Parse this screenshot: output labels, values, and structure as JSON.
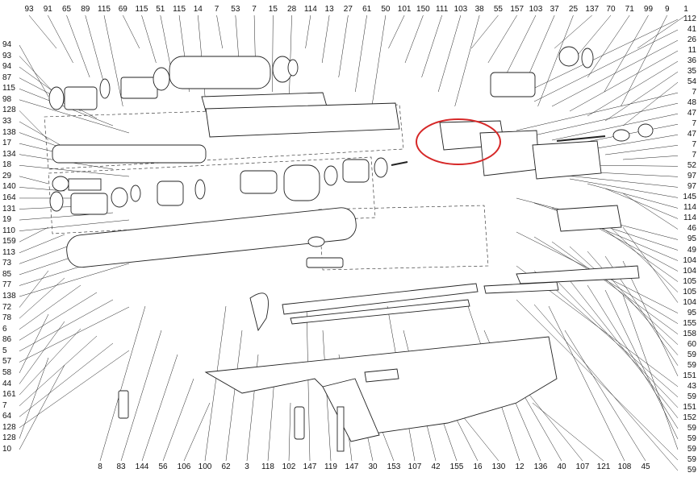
{
  "labels": {
    "top": [
      "93",
      "91",
      "65",
      "89",
      "115",
      "69",
      "115",
      "51",
      "115",
      "14",
      "7",
      "53",
      "7",
      "15",
      "28",
      "114",
      "13",
      "27",
      "61",
      "50",
      "101",
      "150",
      "111",
      "103",
      "38",
      "55",
      "157",
      "103",
      "37",
      "25",
      "137",
      "70",
      "71",
      "99",
      "9",
      "1"
    ],
    "left": [
      "94",
      "93",
      "94",
      "87",
      "115",
      "98",
      "128",
      "33",
      "138",
      "17",
      "134",
      "18",
      "29",
      "140",
      "164",
      "131",
      "19",
      "110",
      "159",
      "113",
      "73",
      "85",
      "77",
      "138",
      "72",
      "78",
      "6",
      "86",
      "5",
      "57",
      "58",
      "44",
      "161",
      "7",
      "64",
      "128",
      "128",
      "10"
    ],
    "right": [
      "112",
      "41",
      "26",
      "11",
      "36",
      "35",
      "54",
      "7",
      "48",
      "47",
      "7",
      "47",
      "7",
      "7",
      "52",
      "97",
      "97",
      "145",
      "114",
      "114",
      "46",
      "95",
      "49",
      "104",
      "104",
      "105",
      "105",
      "104",
      "95",
      "155",
      "158",
      "60",
      "59",
      "59",
      "151",
      "43",
      "59",
      "151",
      "152",
      "59",
      "59",
      "59",
      "59",
      "59"
    ],
    "bottom": [
      "8",
      "83",
      "144",
      "56",
      "106",
      "100",
      "62",
      "3",
      "118",
      "102",
      "147",
      "119",
      "147",
      "30",
      "153",
      "107",
      "42",
      "155",
      "16",
      "130",
      "12",
      "136",
      "40",
      "107",
      "121",
      "108",
      "45"
    ]
  },
  "highlight": {
    "color": "#d62828",
    "shape": "ellipse"
  },
  "line_color": "#222222"
}
